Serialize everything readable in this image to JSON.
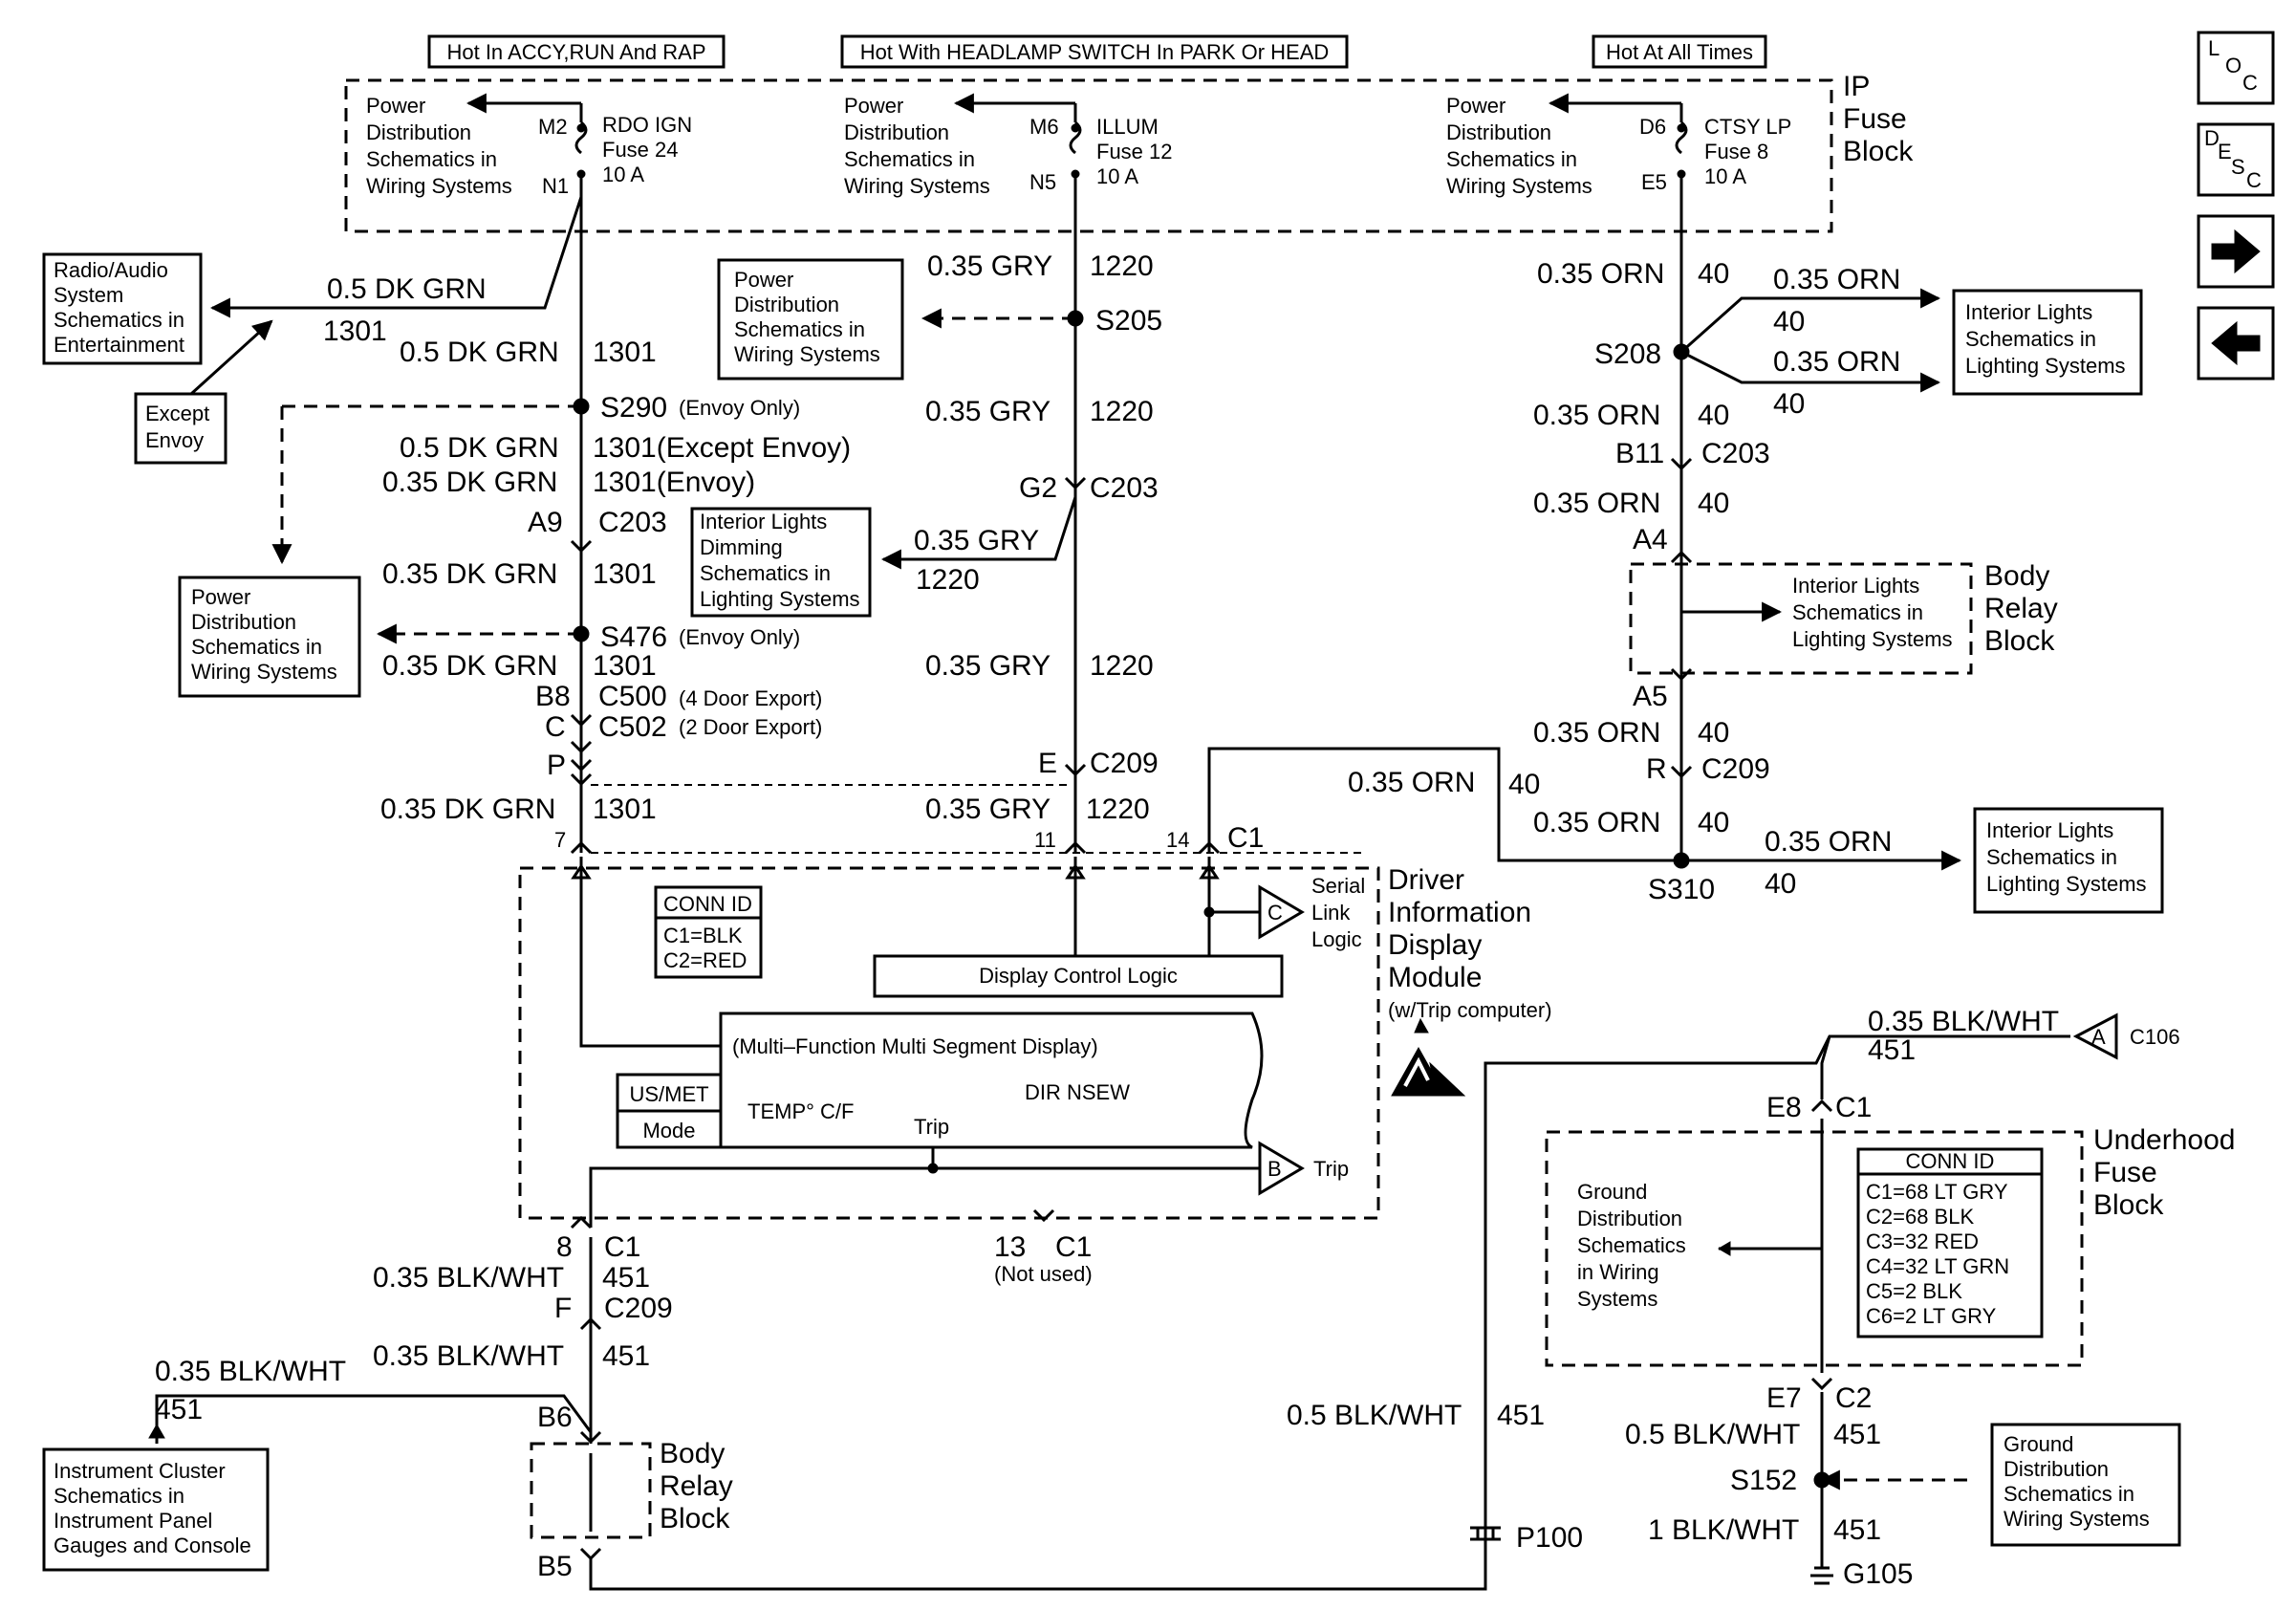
{
  "headers": {
    "accy": "Hot In ACCY,RUN And RAP",
    "headlamp": "Hot With HEADLAMP SWITCH In PARK Or HEAD",
    "always": "Hot At All Times"
  },
  "ip_fuse_block": {
    "line1": "IP",
    "line2": "Fuse",
    "line3": "Block"
  },
  "power_dist": {
    "l1": "Power",
    "l2": "Distribution",
    "l3": "Schematics in",
    "l4": "Wiring Systems"
  },
  "fuses": {
    "rdo": {
      "name": "RDO IGN",
      "fuse": "Fuse 24",
      "amp": "10 A",
      "in": "M2",
      "out": "N1"
    },
    "illum": {
      "name": "ILLUM",
      "fuse": "Fuse 12",
      "amp": "10 A",
      "in": "M6",
      "out": "N5"
    },
    "ctsy": {
      "name": "CTSY LP",
      "fuse": "Fuse 8",
      "amp": "10 A",
      "in": "D6",
      "out": "E5"
    }
  },
  "radio_box": {
    "l1": "Radio/Audio",
    "l2": "System",
    "l3": "Schematics in",
    "l4": "Entertainment"
  },
  "except_envoy": {
    "l1": "Except",
    "l2": "Envoy"
  },
  "interior_lights": {
    "l1": "Interior Lights",
    "l2": "Schematics in",
    "l3": "Lighting Systems"
  },
  "interior_dimming": {
    "l1": "Interior Lights",
    "l2": "Dimming",
    "l3": "Schematics in",
    "l4": "Lighting Systems"
  },
  "ground_dist": {
    "l1": "Ground",
    "l2": "Distribution",
    "l3": "Schematics",
    "l4": "in Wiring",
    "l5": "Systems"
  },
  "ground_dist2": {
    "l1": "Ground",
    "l2": "Distribution",
    "l3": "Schematics in",
    "l4": "Wiring Systems"
  },
  "cluster_box": {
    "l1": "Instrument Cluster",
    "l2": "Schematics in",
    "l3": "Instrument Panel",
    "l4": "Gauges and Console"
  },
  "body_relay": {
    "l1": "Body",
    "l2": "Relay",
    "l3": "Block"
  },
  "underhood": {
    "l1": "Underhood",
    "l2": "Fuse",
    "l3": "Block"
  },
  "dim": {
    "l1": "Driver",
    "l2": "Information",
    "l3": "Display",
    "l4": "Module",
    "l5": "(w/Trip computer)",
    "display": "(Multi–Function Multi Segment Display)",
    "control": "Display Control Logic",
    "usmet": "US/MET",
    "mode": "Mode",
    "temp": "TEMP° C/F",
    "dir": "DIR NSEW",
    "trip": "Trip",
    "serial1": "Serial",
    "serial2": "Link",
    "serial3": "Logic"
  },
  "conn_id_dim": {
    "title": "CONN ID",
    "c1": "C1=BLK",
    "c2": "C2=RED"
  },
  "conn_id_uh": {
    "title": "CONN ID",
    "rows": [
      "C1=68 LT GRY",
      "C2=68 BLK",
      "C3=32 RED",
      "C4=32 LT GRN",
      "C5=2 BLK",
      "C6=2 LT GRY"
    ]
  },
  "wires": {
    "dkgrn05": "0.5 DK GRN",
    "dkgrn035": "0.35 DK GRN",
    "c1301": "1301",
    "c1301_ex": "1301(Except Envoy)",
    "c1301_env": "1301(Envoy)",
    "gry": "0.35 GRY",
    "c1220": "1220",
    "orn": "0.35 ORN",
    "c40": "40",
    "blkwht035": "0.35 BLK/WHT",
    "blkwht05": "0.5 BLK/WHT",
    "blkwht1": "1 BLK/WHT",
    "c451": "451"
  },
  "splices": {
    "s290": "S290",
    "s290n": "(Envoy Only)",
    "s476": "S476",
    "s476n": "(Envoy Only)",
    "s205": "S205",
    "s208": "S208",
    "s310": "S310",
    "s152": "S152"
  },
  "connectors": {
    "a9": "A9",
    "c203": "C203",
    "b8": "B8",
    "c500": "C500",
    "c500n": "(4 Door Export)",
    "c": "C",
    "c502": "C502",
    "c502n": "(2 Door Export)",
    "p": "P",
    "c209": "C209",
    "p7": "7",
    "g2": "G2",
    "e": "E",
    "p11": "11",
    "p14": "14",
    "c1": "C1",
    "b11": "B11",
    "a4": "A4",
    "a5": "A5",
    "r": "R",
    "p8": "8",
    "f": "F",
    "b6": "B6",
    "b5": "B5",
    "p13": "13",
    "notused": "(Not used)",
    "e8": "E8",
    "e7": "E7",
    "c2": "C2",
    "c106": "C106",
    "p100": "P100",
    "g105": "G105"
  },
  "side_icons": {
    "loc": "LOC",
    "desc": "DESC",
    "next": "right-arrow",
    "prev": "left-arrow"
  }
}
